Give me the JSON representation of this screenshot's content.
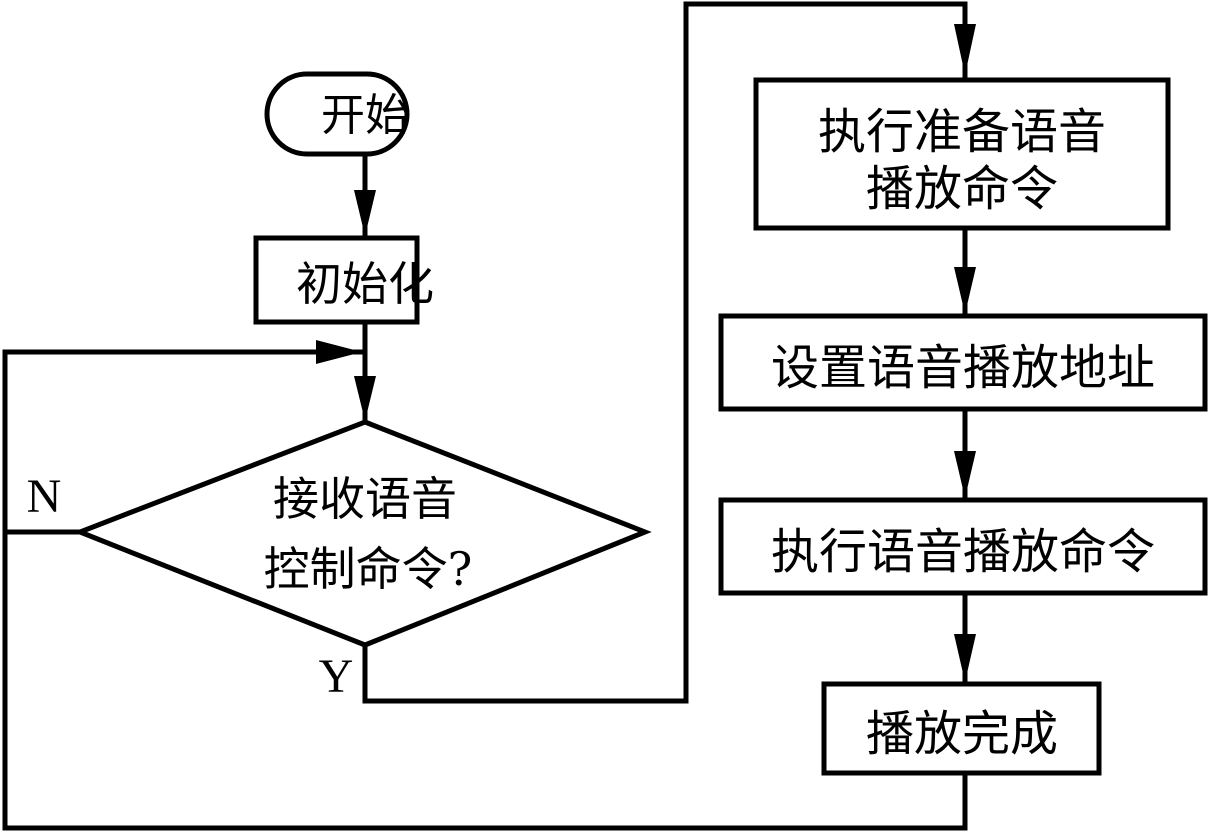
{
  "diagram": {
    "type": "flowchart",
    "colors": {
      "stroke": "#000000",
      "background": "#ffffff",
      "text": "#000000"
    },
    "nodes": {
      "start": {
        "shape": "terminator",
        "label": "开始"
      },
      "init": {
        "shape": "process",
        "label": "初始化"
      },
      "decision": {
        "shape": "decision",
        "line1": "接收语音",
        "line2": "控制命令?"
      },
      "prepare": {
        "shape": "process",
        "line1": "执行准备语音",
        "line2": "播放命令"
      },
      "set_address": {
        "shape": "process",
        "label": "设置语音播放地址"
      },
      "execute": {
        "shape": "process",
        "label": "执行语音播放命令"
      },
      "done": {
        "shape": "process",
        "label": "播放完成"
      }
    },
    "branch_labels": {
      "no": "N",
      "yes": "Y"
    },
    "edges": [
      {
        "from": "start",
        "to": "init"
      },
      {
        "from": "init",
        "to": "decision"
      },
      {
        "from": "decision",
        "to": "decision",
        "label": "N"
      },
      {
        "from": "decision",
        "to": "prepare",
        "label": "Y"
      },
      {
        "from": "prepare",
        "to": "set_address"
      },
      {
        "from": "set_address",
        "to": "execute"
      },
      {
        "from": "execute",
        "to": "done"
      },
      {
        "from": "done",
        "to": "decision"
      }
    ]
  }
}
